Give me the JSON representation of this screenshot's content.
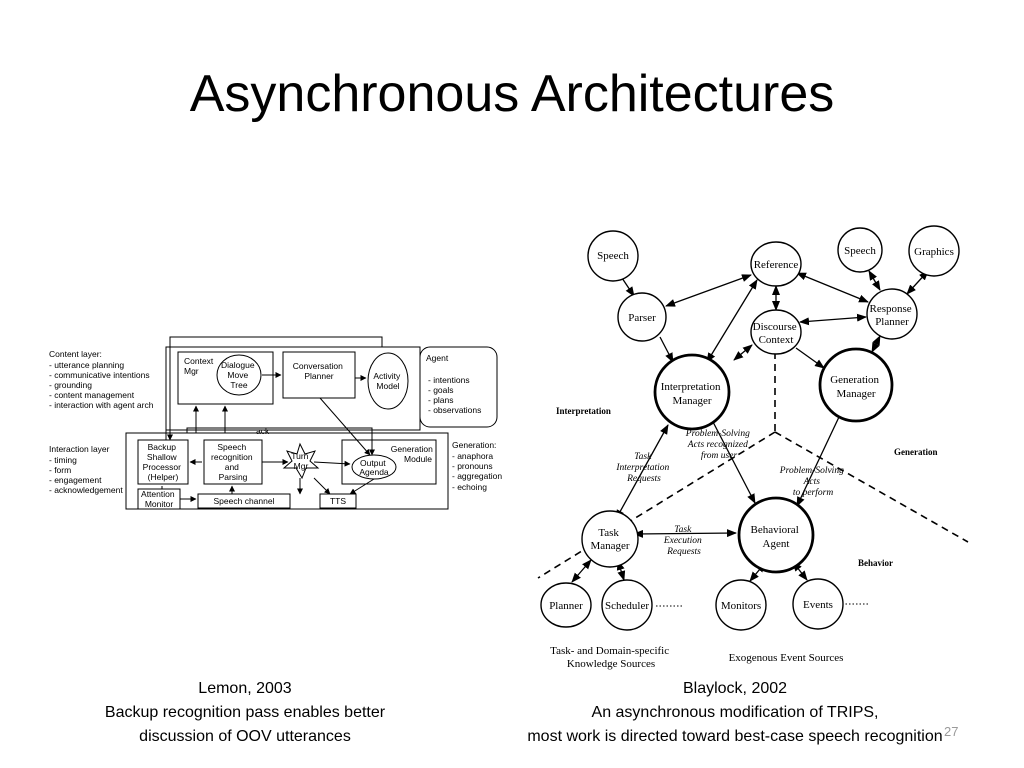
{
  "slide": {
    "title": "Asynchronous Architectures",
    "page_number": "27"
  },
  "left_diagram": {
    "side_labels": {
      "content_layer": [
        "Content layer:",
        "- utterance planning",
        "- communicative intentions",
        "- grounding",
        "- content management",
        "- interaction with agent arch"
      ],
      "interaction_layer": [
        "Interaction layer",
        "- timing",
        "- form",
        "- engagement",
        "- acknowledgement"
      ],
      "generation": [
        "Generation:",
        "- anaphora",
        "- pronouns",
        "- aggregation",
        "- echoing"
      ],
      "agent": [
        "Agent",
        "- intentions",
        "- goals",
        "- plans",
        "- observations"
      ]
    },
    "components": {
      "context_mgr": [
        "Context",
        "Mgr"
      ],
      "dialogue_move_tree": [
        "Dialogue",
        "Move",
        "Tree"
      ],
      "conversation_planner": [
        "Conversation",
        "Planner"
      ],
      "activity_model": [
        "Activity",
        "Model"
      ],
      "backup_processor": [
        "Backup",
        "Shallow",
        "Processor",
        "(Helper)"
      ],
      "speech_recognition": [
        "Speech",
        "recognition",
        "and",
        "Parsing"
      ],
      "turn_mgr": [
        "Turn",
        "Mgr"
      ],
      "generation_module": [
        "Generation",
        "Module"
      ],
      "output_agenda": [
        "Output",
        "Agenda"
      ],
      "attention_monitor": [
        "Attention",
        "Monitor"
      ],
      "speech_channel": "Speech channel",
      "tts": "TTS",
      "ack": "ack"
    }
  },
  "right_diagram": {
    "nodes": {
      "speech_top": "Speech",
      "reference": "Reference",
      "speech_right": "Speech",
      "graphics": "Graphics",
      "parser": "Parser",
      "discourse_context": [
        "Discourse",
        "Context"
      ],
      "response_planner": [
        "Response",
        "Planner"
      ],
      "interpretation_manager": [
        "Interpretation",
        "Manager"
      ],
      "generation_manager": [
        "Generation",
        "Manager"
      ],
      "task_manager": [
        "Task",
        "Manager"
      ],
      "behavioral_agent": [
        "Behavioral",
        "Agent"
      ],
      "planner": "Planner",
      "scheduler": "Scheduler",
      "monitors": "Monitors",
      "events": "Events"
    },
    "region_labels": {
      "interpretation": "Interpretation",
      "generation": "Generation",
      "behavior": "Behavior"
    },
    "edge_labels": {
      "task_interpretation_requests": [
        "Task",
        "Interpretation",
        "Requests"
      ],
      "problem_solving_recognized": [
        "Problem-Solving",
        "Acts recognized",
        "from user"
      ],
      "problem_solving_perform": [
        "Problem-Solving",
        "Acts",
        "to perform"
      ],
      "task_execution_requests": [
        "Task",
        "Execution",
        "Requests"
      ]
    },
    "footer_labels": {
      "task_domain": [
        "Task- and Domain-specific",
        "Knowledge Sources"
      ],
      "exogenous": "Exogenous Event Sources"
    }
  },
  "captions": {
    "left": [
      "Lemon, 2003",
      "Backup recognition pass enables better",
      "discussion of OOV utterances"
    ],
    "right": [
      "Blaylock, 2002",
      "An asynchronous  modification of TRIPS,",
      "most work is directed toward best-case speech recognition"
    ]
  }
}
